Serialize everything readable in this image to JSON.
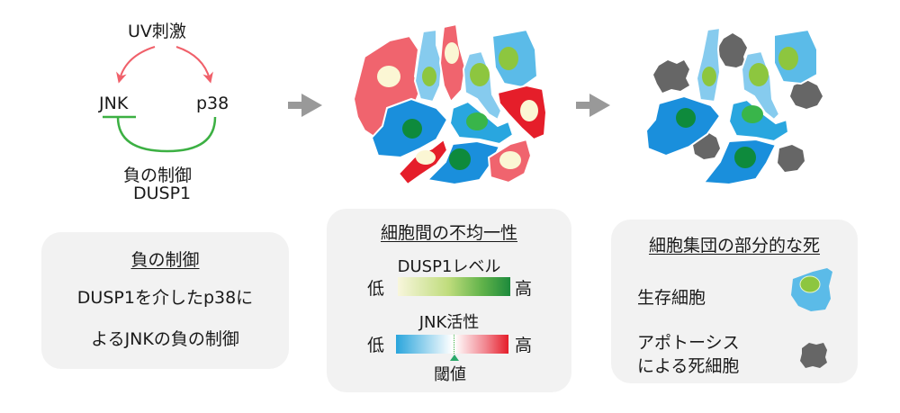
{
  "pathway": {
    "stimulus": "UV刺激",
    "left_node": "JNK",
    "right_node": "p38",
    "regulation_label": "負の制御",
    "regulator": "DUSP1"
  },
  "box1": {
    "title": "負の制御",
    "line1": "DUSP1を介したp38に",
    "line2": "よるJNKの負の制御"
  },
  "box2": {
    "title": "細胞間の不均一性",
    "dusp1": {
      "label": "DUSP1レベル",
      "low": "低",
      "high": "高"
    },
    "jnk": {
      "label": "JNK活性",
      "low": "低",
      "high": "高",
      "threshold": "閾値"
    }
  },
  "box3": {
    "title": "細胞集団の部分的な死",
    "legend": [
      {
        "label": "生存細胞",
        "icon": "living-cell-icon"
      },
      {
        "label_line1": "アポトーシス",
        "label_line2": "による死細胞",
        "icon": "dead-cell-icon"
      }
    ]
  },
  "colors": {
    "activation_arrow": "#f0606a",
    "inhibition": "#3cb043",
    "flow_arrow": "#999999",
    "box_bg": "#f2f2f2",
    "cell_red_light": "#f0646e",
    "cell_red": "#e51e2a",
    "cell_blue_light": "#86cbee",
    "cell_blue_mid": "#5bbbe8",
    "cell_blue": "#1a8fdc",
    "nucleus_cream": "#fbf6d4",
    "nucleus_green_light": "#8dc63f",
    "nucleus_green_dark": "#0e8a3c",
    "dead_cell": "#666666"
  }
}
